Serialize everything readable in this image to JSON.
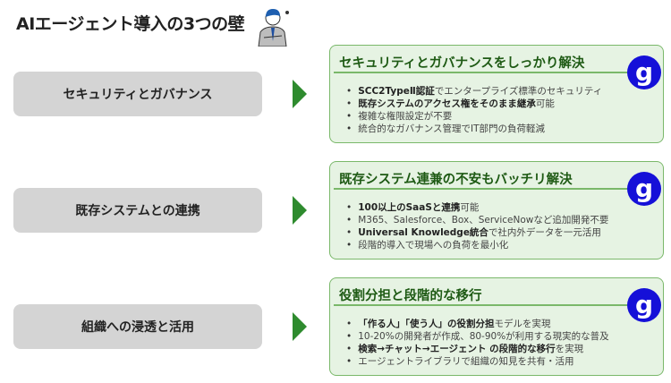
{
  "title": "AIエージェント導入の3つの壁",
  "rows": [
    {
      "label": "セキュリティとガバナンス",
      "heading": "セキュリティとガバナンスをしっかり解決",
      "bullets": [
        [
          {
            "t": "SCC2TypeⅡ認証",
            "b": true
          },
          {
            "t": "でエンタープライズ標準のセキュリティ",
            "b": false
          }
        ],
        [
          {
            "t": "既存システムのアクセス権をそのまま継承",
            "b": true
          },
          {
            "t": "可能",
            "b": false
          }
        ],
        [
          {
            "t": "複雑な権限設定が不要",
            "b": false
          }
        ],
        [
          {
            "t": "統合的なガバナンス管理でIT部門の負荷軽減",
            "b": false
          }
        ]
      ]
    },
    {
      "label": "既存システムとの連携",
      "heading": "既存システム連兼の不安もバッチリ解決",
      "bullets": [
        [
          {
            "t": "100以上のSaaSと連携",
            "b": true
          },
          {
            "t": "可能",
            "b": false
          }
        ],
        [
          {
            "t": "M365、Salesforce、Box、ServiceNowなど追加開発不要",
            "b": false
          }
        ],
        [
          {
            "t": "Universal Knowledge統合",
            "b": true
          },
          {
            "t": "で社内外データを一元活用",
            "b": false
          }
        ],
        [
          {
            "t": "段階的導入で現場への負荷を最小化",
            "b": false
          }
        ]
      ]
    },
    {
      "label": "組織への浸透と活用",
      "heading": "役割分担と段階的な移行",
      "bullets": [
        [
          {
            "t": "「作る人」「使う人」の役割分担",
            "b": true
          },
          {
            "t": "モデルを実現",
            "b": false
          }
        ],
        [
          {
            "t": "10-20%の開発者が作成、80-90%が利用する現実的な普及",
            "b": false
          }
        ],
        [
          {
            "t": "検索→チャット→エージェント の段階的な移行",
            "b": true
          },
          {
            "t": "を実現",
            "b": false
          }
        ],
        [
          {
            "t": "エージェントライブラリで組織の知見を共有・活用",
            "b": false
          }
        ]
      ]
    }
  ],
  "logo_glyph": "g",
  "colors": {
    "accent": "#2e8b2e",
    "card_bg": "#e6f3e3",
    "logo": "#1510d8"
  }
}
